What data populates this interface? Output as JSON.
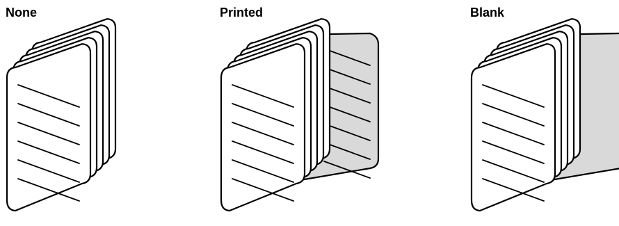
{
  "options": [
    {
      "label": "None",
      "back_sheet": "none",
      "back_sheet_color": ""
    },
    {
      "label": "Printed",
      "back_sheet": "printed",
      "back_sheet_color": "#d9d9d9"
    },
    {
      "label": "Blank",
      "back_sheet": "blank",
      "back_sheet_color": "#d9d9d9"
    }
  ],
  "colors": {
    "sheet_fill": "#ffffff",
    "sheet_outline": "#000000"
  }
}
